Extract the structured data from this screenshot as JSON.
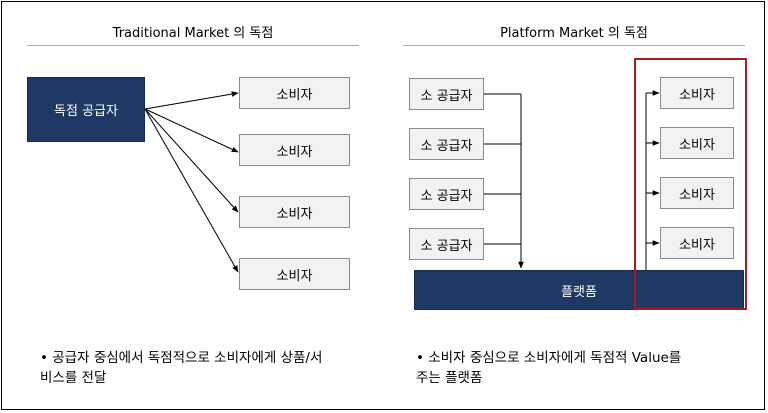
{
  "left": {
    "title": "Traditional Market 의 독점",
    "monopoly_supplier": "독점 공급자",
    "consumers": [
      "소비자",
      "소비자",
      "소비자",
      "소비자"
    ],
    "caption_line1": "공급자 중심에서 독점적으로 소비자에게 상품/서",
    "caption_line2": "비스를 전달"
  },
  "right": {
    "title": "Platform Market 의 독점",
    "small_suppliers": [
      "소 공급자",
      "소 공급자",
      "소 공급자",
      "소 공급자"
    ],
    "platform": "플랫폼",
    "consumers": [
      "소비자",
      "소비자",
      "소비자",
      "소비자"
    ],
    "caption_line1": "소비자 중심으로 소비자에게 독점적 Value를",
    "caption_line2": "주는 플랫폼"
  },
  "colors": {
    "navy": "#1f3864",
    "highlight": "#a31d1d",
    "box_fill": "#f2f2f2"
  }
}
